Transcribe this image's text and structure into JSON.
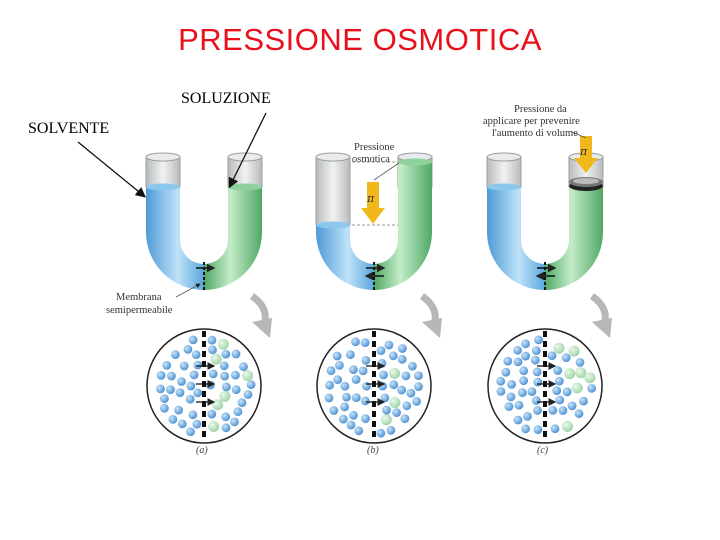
{
  "title": "PRESSIONE OSMOTICA",
  "labels": {
    "soluzione": "SOLUZIONE",
    "solvente": "SOLVENTE",
    "membrana_line1": "Membrana",
    "membrana_line2": "semipermeabile",
    "pressione_osmotica_line1": "Pressione",
    "pressione_osmotica_line2": "osmotica",
    "pressione_applicare_line1": "Pressione da",
    "pressione_applicare_line2": "applicare per prevenire",
    "pressione_applicare_line3": "l'aumento di volume",
    "pi_b": "π",
    "pi_c": "π"
  },
  "captions": [
    "(a)",
    "(b)",
    "(c)"
  ],
  "colors": {
    "title": "#e8101a",
    "solvent_blue": "#6fb4e6",
    "solution_green": "#6fbf7e",
    "arrow_yellow": "#f2b81b",
    "tube_glass": "#d5d7d8"
  }
}
